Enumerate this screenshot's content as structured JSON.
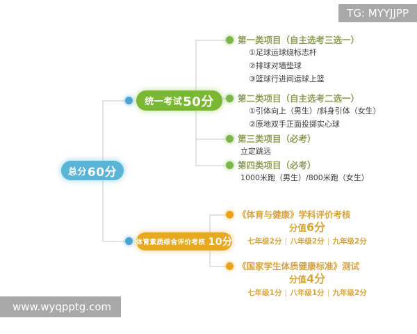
{
  "root": {
    "label": "总分",
    "score": "60分"
  },
  "branches": {
    "unified": {
      "label": "统一考试",
      "score": "50分",
      "categories": [
        {
          "heading": "第一类项目（自主选考三选一）",
          "items": [
            "①足球运球绕标志杆",
            "②排球对墙垫球",
            "③篮球行进间运球上篮"
          ]
        },
        {
          "heading": "第二类项目（自主选考二选一）",
          "items": [
            "①引体向上（男生）/斜身引体（女生）",
            "②原地双手正面投掷实心球"
          ]
        },
        {
          "heading": "第三类项目（必考）",
          "items": [
            "立定跳远"
          ]
        },
        {
          "heading": "第四类项目（必考）",
          "items": [
            "1000米跑（男生）/800米跑（女生）"
          ]
        }
      ]
    },
    "quality": {
      "label": "体育素质综合评价考核",
      "score": "10分",
      "categories": [
        {
          "heading": "《体育与健康》学科评价考核",
          "score_label": "分值",
          "score_value": "6分",
          "grades": [
            "七年级2分",
            "八年级2分",
            "九年级2分"
          ]
        },
        {
          "heading": "《国家学生体质健康标准》测试",
          "score_label": "分值",
          "score_value": "4分",
          "grades": [
            "七年级1分",
            "八年级1分",
            "九年级2分"
          ]
        }
      ]
    }
  },
  "watermarks": {
    "telegram": "TG: MYYJJPP",
    "site": "www.wyqpptg.com"
  },
  "colors": {
    "root": "#59b4d6",
    "unified": "#7ab833",
    "quality": "#e8a820",
    "line": "#d5d5d5",
    "heading_green": "#8f9e57",
    "heading_orange": "#d8a43c"
  }
}
